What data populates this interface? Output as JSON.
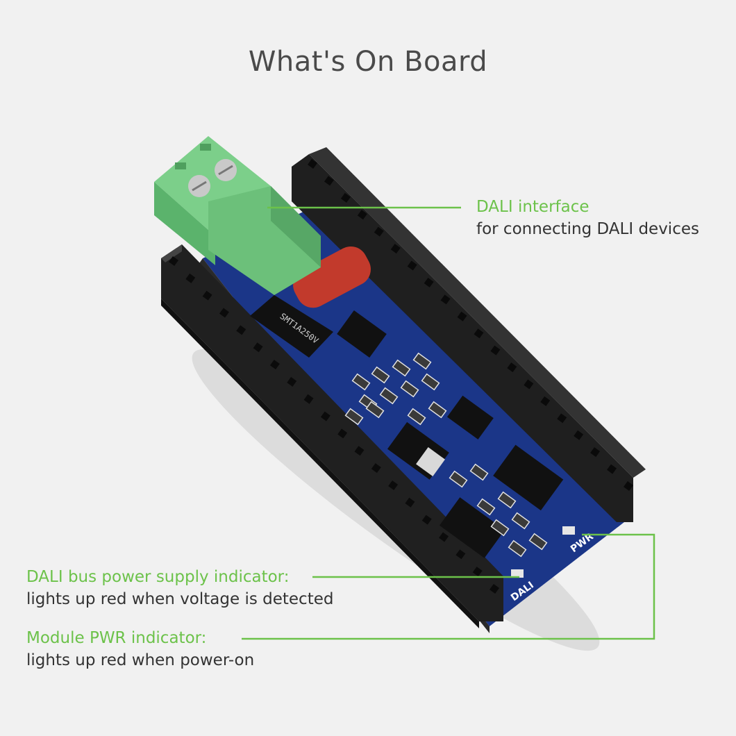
{
  "title": "What's On Board",
  "callouts": {
    "dali_interface": {
      "heading": "DALI interface",
      "description": "for connecting DALI devices"
    },
    "dali_bus_indicator": {
      "heading": "DALI bus power supply indicator:",
      "description": "lights up red when voltage is detected"
    },
    "pwr_indicator": {
      "heading": "Module PWR indicator:",
      "description": "lights up red when power-on"
    }
  },
  "board_silkscreen": {
    "pwr": "PWR",
    "dali": "DALI",
    "varistor_marking": "SMT1A250V"
  },
  "colors": {
    "accent": "#6cc24a",
    "pcb": "#1d3a8a",
    "terminal": "#6cc07a",
    "capacitor": "#c0392b",
    "header": "#1e1e1e",
    "background": "#f1f1f1"
  }
}
